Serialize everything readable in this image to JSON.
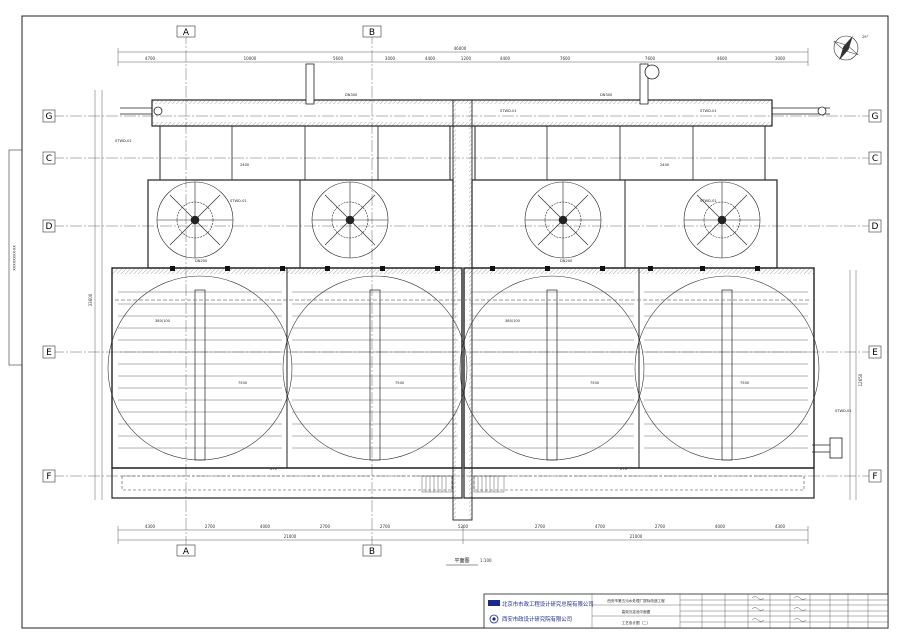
{
  "grid": {
    "cols_top": [
      "A",
      "B"
    ],
    "cols_bottom": [
      "A",
      "B"
    ],
    "rows": [
      "G",
      "C",
      "D",
      "E",
      "F"
    ]
  },
  "north": {
    "label": "29°"
  },
  "dims": {
    "overall_top": "46000",
    "segments_top": [
      "4700",
      "10000",
      "5600",
      "3000",
      "4400",
      "1200",
      "4400",
      "7600",
      "7600",
      "4600",
      "3000"
    ],
    "segments_bottom": [
      "4300",
      "2700",
      "4000",
      "2700",
      "2700",
      "5200",
      "2700",
      "4700",
      "2700",
      "4000",
      "4300"
    ],
    "totals_bottom": [
      "21000",
      "21000"
    ],
    "left_vertical": "33600",
    "right_vertical": "12650"
  },
  "plan_labels": {
    "width_dim": "7500",
    "side_dim": "380/100",
    "dn_a": "DN200",
    "dn_b": "DN300",
    "small_dim": "2400",
    "elev": "270",
    "pipe_code": "STWD-01"
  },
  "drawing_title": {
    "name": "平面图",
    "scale": "1:100"
  },
  "side_stamp": "XXXXXXXX-XX",
  "title_block": {
    "company_1": "北京市市政工程设计研究总院有限公司",
    "company_2": "西安市政设计研究院有限公司",
    "project": "西安市第五污水处理厂提标改造工程",
    "drawing": "高效沉淀池平面图",
    "stage": "工艺设计图（二）"
  }
}
